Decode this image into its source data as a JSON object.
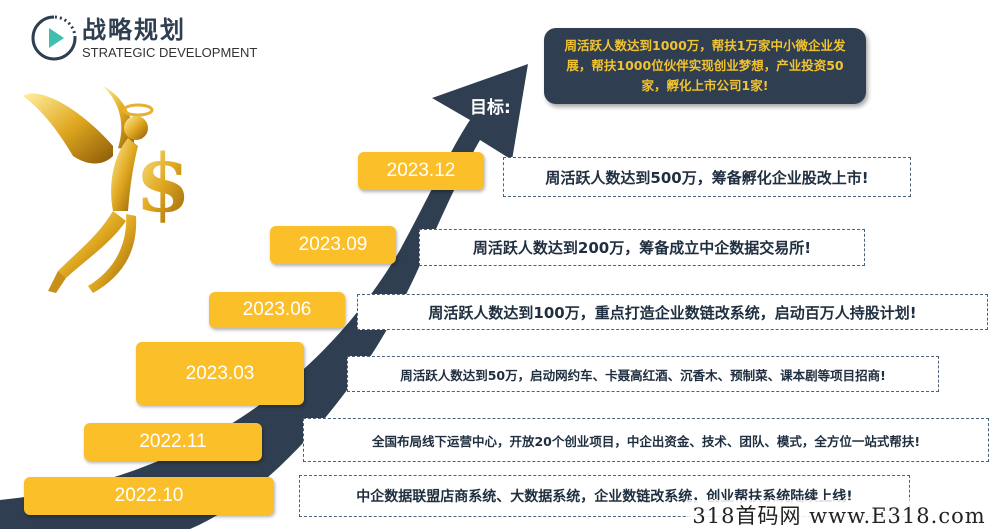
{
  "header": {
    "title": "战略规划",
    "subtitle": "STRATEGIC DEVELOPMENT"
  },
  "goal": {
    "label": "目标:",
    "text": "周活跃人数达到1000万，帮扶1万家中小微企业发展，帮扶1000位伙伴实现创业梦想，产业投资50家，孵化上市公司1家!"
  },
  "milestones": [
    {
      "date": "2023.12",
      "text": "周活跃人数达到500万，筹备孵化企业股改上市!"
    },
    {
      "date": "2023.09",
      "text": "周活跃人数达到200万，筹备成立中企数据交易所!"
    },
    {
      "date": "2023.06",
      "text": "周活跃人数达到100万，重点打造企业数链改系统，启动百万人持股计划!"
    },
    {
      "date": "2023.03",
      "text": "周活跃人数达到50万，启动网约车、卡聂高红酒、沉香木、预制菜、课本剧等项目招商!"
    },
    {
      "date": "2022.11",
      "text": "全国布局线下运营中心，开放20个创业项目，中企出资金、技术、团队、模式，全方位一站式帮扶!"
    },
    {
      "date": "2022.10",
      "text": "中企数据联盟店商系统、大数据系统，企业数链改系统，创业帮扶系统陆续上线!"
    }
  ],
  "watermark": "318首码网 www.E318.com",
  "colors": {
    "navy": "#2f3e50",
    "gold": "#fbbf2a",
    "goal_text": "#f2c330"
  }
}
